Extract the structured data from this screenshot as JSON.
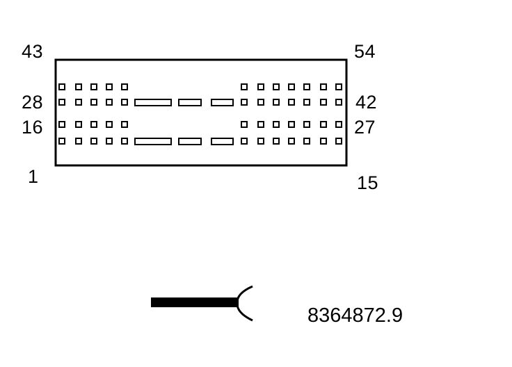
{
  "connector": {
    "pin_labels": {
      "top_left": "43",
      "top_right": "54",
      "row2_left": "28",
      "row2_right": "42",
      "row3_left": "16",
      "row3_right": "27",
      "bottom_left": "1",
      "bottom_right": "15"
    }
  },
  "figure_number": "8364872.9"
}
